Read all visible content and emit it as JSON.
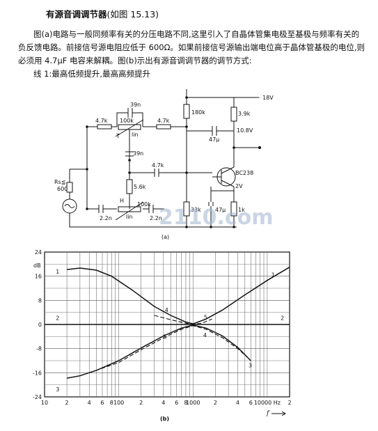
{
  "title": {
    "bold": "有源音调调节器",
    "rest": "(如图 15.13)"
  },
  "paragraph": "图(a)电路与一般同频率有关的分压电路不同,这里引入了自晶体管集电极至基极与频率有关的负反馈电路。前接信号源电阻应低于 600Ω。如果前接信号源输出端电位高于晶体管基极的电位,则必须用 4.7μF 电容来解耦。图(b)示出有源音调调节器的调节方式:",
  "line1": "线 1:最高低频提升,最高高频提升",
  "circuit": {
    "c39n_top": "39n",
    "r4k7_left": "4.7k",
    "pot_top": "100k",
    "pot_top_lin": "lin",
    "t_label": "T",
    "r4k7_right": "4.7k",
    "r180k": "180k",
    "r3k9": "3.9k",
    "v18": "· 18V",
    "v10_8": "10.8V",
    "c47u_top": "47μ",
    "c39n_mid": "39n",
    "r4k7_base": "4.7k",
    "transistor": "BC238",
    "v2": "2V",
    "rs": "Rs≦",
    "rs_val": "600",
    "r5k6": "5.6k",
    "h_label": "H",
    "pot_bot": "100k",
    "pot_bot_lin": "lin",
    "c2n2_left": "2.2n",
    "c2n2_right": "2.2n",
    "r33k": "33k",
    "c47u_bot": "47μ",
    "r1k": "1k",
    "caption": "(a)",
    "watermark": "2110.com"
  },
  "chart_data": {
    "type": "line",
    "ylabel": "dB",
    "yticks": [
      "24",
      "16",
      "8",
      "0",
      "-8",
      "-16",
      "-24"
    ],
    "ylim": [
      -24,
      24
    ],
    "xlim": [
      10,
      20000
    ],
    "xscale": "log",
    "xticks": [
      {
        "v": 10,
        "t": "10"
      },
      {
        "v": 20,
        "t": "2"
      },
      {
        "v": 40,
        "t": "4"
      },
      {
        "v": 60,
        "t": "6"
      },
      {
        "v": 80,
        "t": "8"
      },
      {
        "v": 100,
        "t": "100"
      },
      {
        "v": 200,
        "t": "2"
      },
      {
        "v": 400,
        "t": "4"
      },
      {
        "v": 600,
        "t": "6"
      },
      {
        "v": 800,
        "t": "8"
      },
      {
        "v": 1000,
        "t": "1000"
      },
      {
        "v": 2000,
        "t": "2"
      },
      {
        "v": 4000,
        "t": "4"
      },
      {
        "v": 6000,
        "t": "6"
      },
      {
        "v": 10000,
        "t": "10000 Hz"
      },
      {
        "v": 20000,
        "t": "2"
      }
    ],
    "xlabel": "f",
    "caption": "(b)",
    "series": [
      {
        "name": "1",
        "dash": false,
        "points": [
          [
            20,
            18.2
          ],
          [
            30,
            18.7
          ],
          [
            50,
            18.0
          ],
          [
            80,
            16.0
          ],
          [
            150,
            11.5
          ],
          [
            300,
            6.0
          ],
          [
            500,
            3.0
          ],
          [
            800,
            0.8
          ],
          [
            1000,
            0.2
          ],
          [
            1500,
            1.8
          ],
          [
            2500,
            4.8
          ],
          [
            5000,
            9.8
          ],
          [
            10000,
            14.6
          ],
          [
            20000,
            19.0
          ]
        ]
      },
      {
        "name": "2",
        "dash": false,
        "points": [
          [
            10,
            0
          ],
          [
            20000,
            0
          ]
        ]
      },
      {
        "name": "3",
        "dash": false,
        "points": [
          [
            20,
            -17.8
          ],
          [
            30,
            -17.0
          ],
          [
            50,
            -15.2
          ],
          [
            100,
            -12.0
          ],
          [
            200,
            -7.8
          ],
          [
            400,
            -3.8
          ],
          [
            700,
            -1.2
          ],
          [
            1000,
            -0.2
          ],
          [
            1500,
            -1.2
          ],
          [
            2500,
            -3.8
          ],
          [
            4000,
            -7.6
          ],
          [
            6000,
            -12.0
          ]
        ]
      },
      {
        "name": "4",
        "dash": true,
        "points": [
          [
            40,
            -16.0
          ],
          [
            100,
            -12.6
          ],
          [
            200,
            -8.4
          ],
          [
            400,
            -4.4
          ],
          [
            700,
            -1.6
          ],
          [
            1000,
            -0.4
          ],
          [
            1500,
            -1.6
          ],
          [
            2500,
            -4.4
          ],
          [
            4000,
            -8.0
          ],
          [
            5500,
            -11.0
          ]
        ]
      },
      {
        "name": "5",
        "dash": true,
        "points": [
          [
            300,
            3.0
          ],
          [
            500,
            1.6
          ],
          [
            800,
            0.4
          ],
          [
            1000,
            0.1
          ],
          [
            1300,
            0.4
          ],
          [
            1800,
            1.8
          ]
        ]
      }
    ],
    "curve_labels": [
      {
        "t": "1",
        "f": 15,
        "y": 17.5
      },
      {
        "t": "1",
        "f": 12000,
        "y": 16.5
      },
      {
        "t": "2",
        "f": 15,
        "y": 2.2
      },
      {
        "t": "2",
        "f": 16000,
        "y": 2.2
      },
      {
        "t": "3",
        "f": 15,
        "y": -21.5
      },
      {
        "t": "3",
        "f": 5900,
        "y": -13.5
      },
      {
        "t": "4",
        "f": 440,
        "y": 4.8
      },
      {
        "t": "4",
        "f": 1450,
        "y": -3.5
      },
      {
        "t": "5",
        "f": 420,
        "y": -4.0
      },
      {
        "t": "5",
        "f": 1480,
        "y": 2.4
      }
    ]
  }
}
